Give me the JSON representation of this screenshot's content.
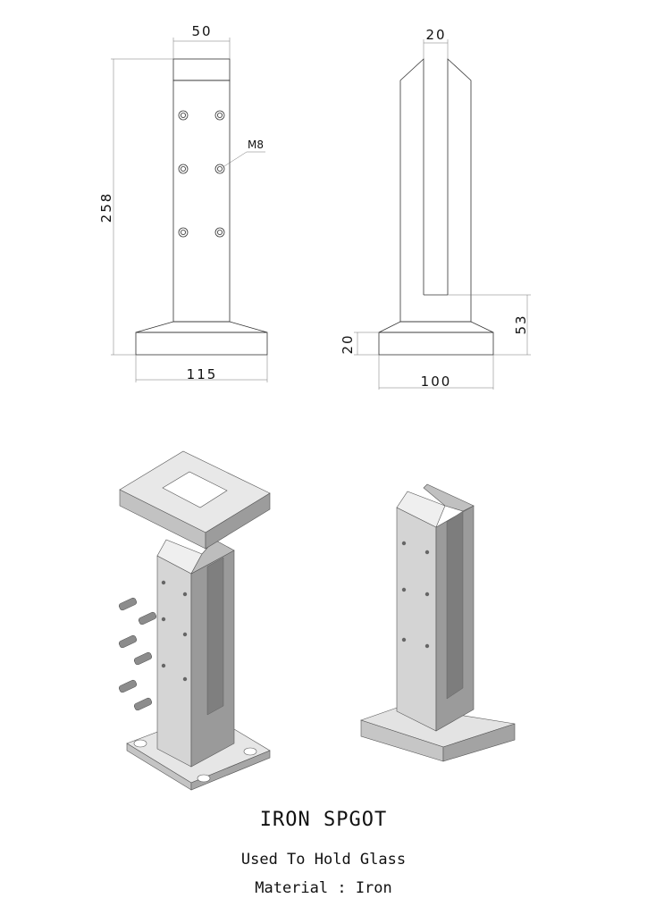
{
  "drawing": {
    "front_view": {
      "width_top": "50",
      "height": "258",
      "base_width": "115",
      "hole_label": "M8"
    },
    "side_view": {
      "slot_width": "20",
      "slot_depth": "53",
      "base_height": "20",
      "base_width": "100"
    }
  },
  "caption": {
    "title": "IRON SPGOT",
    "usage": "Used To Hold Glass",
    "material": "Material : Iron"
  },
  "colors": {
    "line": "#333333",
    "face_light": "#e6e6e6",
    "face_mid": "#c9c9c9",
    "face_dark": "#9e9e9e"
  }
}
